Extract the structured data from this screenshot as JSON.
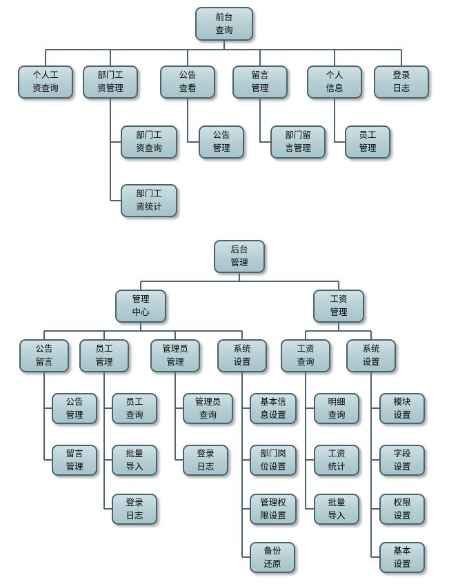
{
  "colors": {
    "box_fill": "#b4ced4",
    "box_border": "#47636d",
    "connector": "#4a646d"
  },
  "tree1": {
    "root": {
      "label": "前台\n查询",
      "children": [
        {
          "label": "个人工\n资查询",
          "children": []
        },
        {
          "label": "部门工\n资管理",
          "children": [
            {
              "label": "部门工\n资查询"
            },
            {
              "label": "部门工\n资统计"
            }
          ]
        },
        {
          "label": "公告\n查看",
          "children": [
            {
              "label": "公告\n管理"
            }
          ]
        },
        {
          "label": "留言\n管理",
          "children": [
            {
              "label": "部门留\n言管理"
            }
          ]
        },
        {
          "label": "个人\n信息",
          "children": [
            {
              "label": "员工\n管理"
            }
          ]
        },
        {
          "label": "登录\n日志",
          "children": []
        }
      ]
    }
  },
  "tree2": {
    "root": {
      "label": "后台\n管理",
      "children": [
        {
          "label": "管理\n中心",
          "children": [
            {
              "label": "公告\n留言",
              "children": [
                {
                  "label": "公告\n管理"
                },
                {
                  "label": "留言\n管理"
                }
              ]
            },
            {
              "label": "员工\n管理",
              "children": [
                {
                  "label": "员工\n查询"
                },
                {
                  "label": "批量\n导入"
                },
                {
                  "label": "登录\n日志"
                }
              ]
            },
            {
              "label": "管理员\n管理",
              "children": [
                {
                  "label": "管理员\n查询"
                },
                {
                  "label": "登录\n日志"
                }
              ]
            },
            {
              "label": "系统\n设置",
              "children": [
                {
                  "label": "基本信\n息设置"
                },
                {
                  "label": "部门岗\n位设置"
                },
                {
                  "label": "管理权\n限设置"
                },
                {
                  "label": "备份\n还原"
                }
              ]
            }
          ]
        },
        {
          "label": "工资\n管理",
          "children": [
            {
              "label": "工资\n查询",
              "children": [
                {
                  "label": "明细\n查询"
                },
                {
                  "label": "工资\n统计"
                },
                {
                  "label": "批量\n导入"
                }
              ]
            },
            {
              "label": "系统\n设置",
              "children": [
                {
                  "label": "模块\n设置"
                },
                {
                  "label": "字段\n设置"
                },
                {
                  "label": "权限\n设置"
                },
                {
                  "label": "基本\n设置"
                }
              ]
            }
          ]
        }
      ]
    }
  }
}
